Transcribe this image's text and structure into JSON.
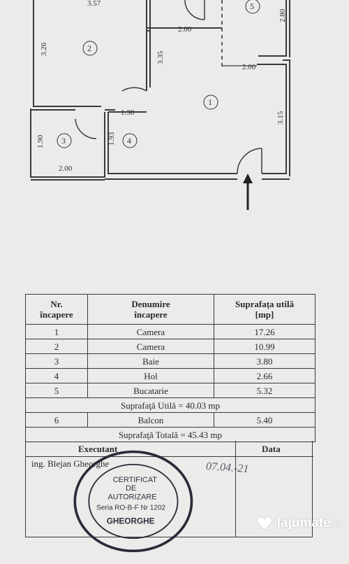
{
  "plan": {
    "dims": [
      "3.57",
      "2.00",
      "3.26",
      "3.35",
      "2.80",
      "2.00",
      "3.15",
      "1.38",
      "1.90",
      "1.93",
      "2.00"
    ],
    "rooms": [
      "1",
      "2",
      "3",
      "4",
      "5"
    ]
  },
  "table": {
    "headers": [
      "Nr.\nîncapere",
      "Denumire\nîncapere",
      "Suprafaţa utilă\n[mp]"
    ],
    "rows": [
      {
        "nr": "1",
        "name": "Camera",
        "area": "17.26"
      },
      {
        "nr": "2",
        "name": "Camera",
        "area": "10.99"
      },
      {
        "nr": "3",
        "name": "Baie",
        "area": "3.80"
      },
      {
        "nr": "4",
        "name": "Hol",
        "area": "2.66"
      },
      {
        "nr": "5",
        "name": "Bucatarie",
        "area": "5.32"
      }
    ],
    "utila": "Suprafaţă Utilă = 40.03 mp",
    "balcon": {
      "nr": "6",
      "name": "Balcon",
      "area": "5.40"
    },
    "totala": "Suprafaţă Totală = 45.43 mp"
  },
  "signature": {
    "executant": "Executant",
    "data_label": "Data",
    "engineer": "ing. Blejan Gheorghe",
    "hand_date": "07.04.-21"
  },
  "stamp": {
    "line1": "CERTIFICAT",
    "line2": "DE",
    "line3": "AUTORIZARE",
    "line4": "Seria RO-B-F Nr 1202",
    "line5": "GHEORGHE"
  },
  "logo": {
    "name": "lajumate",
    "tld": ".ro"
  }
}
